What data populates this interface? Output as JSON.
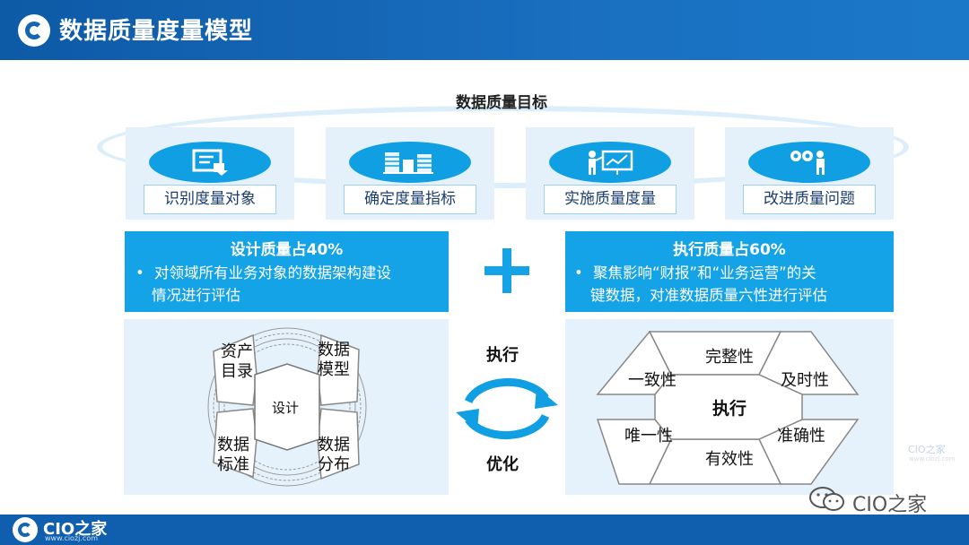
{
  "header": {
    "title": "数据质量度量模型"
  },
  "goal_title": "数据质量目标",
  "goals": [
    {
      "label": "识别度量对象",
      "icon": "monitor-document-icon"
    },
    {
      "label": "确定度量指标",
      "icon": "stacked-bars-icon"
    },
    {
      "label": "实施质量度量",
      "icon": "presenter-chart-icon"
    },
    {
      "label": "改进质量问题",
      "icon": "binoculars-person-icon"
    }
  ],
  "design_box": {
    "title": "设计质量占40%",
    "bullet": "•",
    "line1": "对领域所有业务对象的数据架构建设",
    "line2": "情况进行评估"
  },
  "exec_box": {
    "title": "执行质量占60%",
    "bullet": "•",
    "line1": "聚焦影响“财报”和“业务运营”的关",
    "line2": "键数据，对准数据质量六性进行评估"
  },
  "design_wheel": {
    "center": "设计",
    "items": [
      {
        "line1": "资产",
        "line2": "目录"
      },
      {
        "line1": "数据",
        "line2": "模型"
      },
      {
        "line1": "数据",
        "line2": "标准"
      },
      {
        "line1": "数据",
        "line2": "分布"
      }
    ]
  },
  "cycle": {
    "top": "执行",
    "bottom": "优化"
  },
  "exec_hex": {
    "center": "执行",
    "items": [
      "完整性",
      "及时性",
      "准确性",
      "有效性",
      "唯一性",
      "一致性"
    ]
  },
  "footer": {
    "brand": "CIO之家",
    "url": "www.ciozj.com"
  },
  "watermark": {
    "small": "CIO之家",
    "url": "www.ciozj.com",
    "wechat": "CIO之家"
  },
  "colors": {
    "header": "#0d5aa6",
    "accent": "#14a3e6",
    "panel": "#e6f2fb",
    "label_border": "#9ccff0"
  }
}
